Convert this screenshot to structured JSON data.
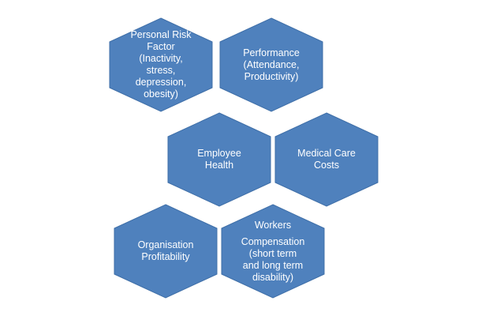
{
  "colors": {
    "hex_fill": "#4f81bd",
    "hex_stroke": "#3f6fa8",
    "text": "#ffffff",
    "background": "#ffffff"
  },
  "hexagons": {
    "personal_risk": {
      "lines": [
        "Personal Risk",
        "Factor",
        "(Inactivity,",
        "stress,",
        "depression,",
        "obesity)"
      ]
    },
    "performance": {
      "lines": [
        "Performance",
        "(Attendance,",
        "Productivity)"
      ]
    },
    "employee_health": {
      "lines": [
        "Employee",
        "Health"
      ]
    },
    "medical_care": {
      "lines": [
        "Medical Care",
        "Costs"
      ]
    },
    "organisation": {
      "lines": [
        "Organisation",
        "Profitability"
      ]
    },
    "workers": {
      "heading": "Workers",
      "lines": [
        "Compensation",
        "(short term",
        "and long term",
        "disability)"
      ]
    }
  }
}
